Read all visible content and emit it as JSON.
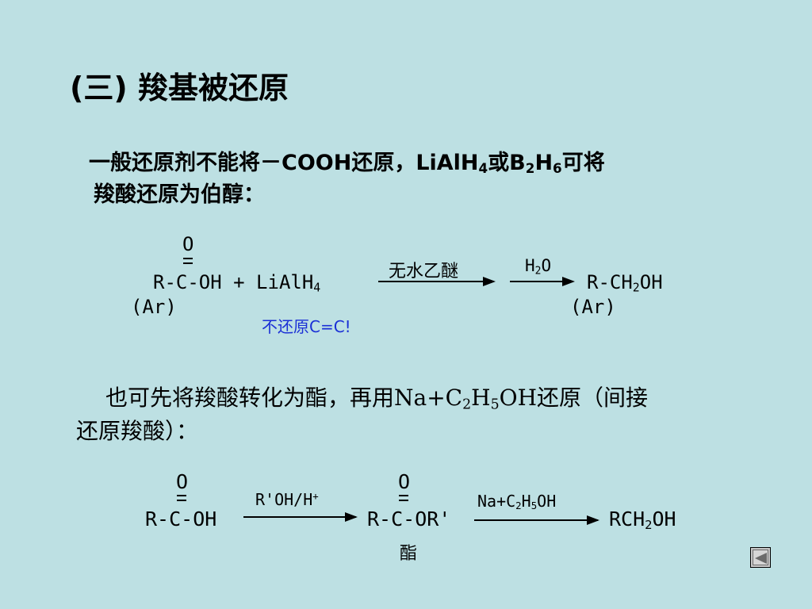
{
  "title": "(三) 羧基被还原",
  "para1": {
    "line1_prefix": "一般还原剂不能将－COOH还原，LiAlH",
    "line1_sub1": "4",
    "line1_mid": "或B",
    "line1_sub2": "2",
    "line1_mid2": "H",
    "line1_sub3": "6",
    "line1_suffix": "可将",
    "line2": "羧酸还原为伯醇："
  },
  "reaction1": {
    "carbonyl_o": "O",
    "reactant": "R-C-OH + LiAlH",
    "reactant_sub": "4",
    "reactant_ar": "(Ar)",
    "arrow1_label": "无水乙醚",
    "arrow2_label_h": "H",
    "arrow2_label_sub": "2",
    "arrow2_label_o": "O",
    "product_prefix": "R-CH",
    "product_sub": "2",
    "product_suffix": "OH",
    "product_ar": "(Ar)",
    "note": "不还原C=C!",
    "note_color": "#1a2fd6"
  },
  "para2": {
    "line1_prefix": "也可先将羧酸转化为酯，再用Na+C",
    "line1_sub1": "2",
    "line1_mid": "H",
    "line1_sub2": "5",
    "line1_suffix": "OH还原（间接",
    "line2": "还原羧酸）："
  },
  "reaction2": {
    "acid_o": "O",
    "acid": "R-C-OH",
    "arrow1_label": "R'OH/H",
    "arrow1_sup": "+",
    "ester_o": "O",
    "ester": "R-C-OR'",
    "ester_label": "酯",
    "arrow2_label_prefix": "Na+C",
    "arrow2_sub1": "2",
    "arrow2_mid": "H",
    "arrow2_sub2": "5",
    "arrow2_suffix": "OH",
    "product_prefix": "RCH",
    "product_sub": "2",
    "product_suffix": "OH"
  },
  "nav": {
    "back_icon": "back-triangle-icon"
  }
}
